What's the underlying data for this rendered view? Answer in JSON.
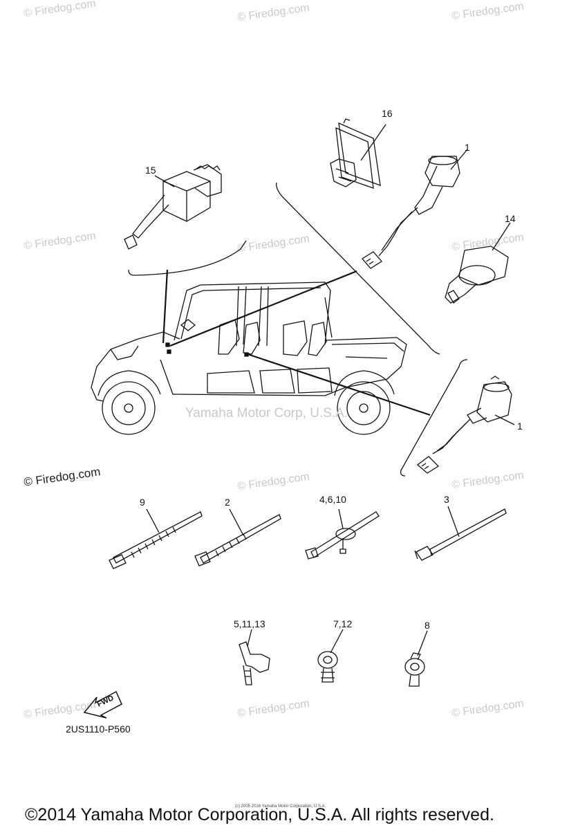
{
  "watermarks": [
    "© Firedog.com",
    "© Firedog.com",
    "© Firedog.com",
    "© Firedog.com",
    "© Firedog.com",
    "© Firedog.com",
    "© Firedog.com",
    "© Firedog.com",
    "© Firedog.com",
    "© Firedog.com",
    "© Firedog.com",
    "© Firedog.com"
  ],
  "mid_watermark": "Yamaha Motor Corp, U.S.A.",
  "callouts": {
    "c16": "16",
    "c1_top": "1",
    "c15": "15",
    "c14": "14",
    "c1_bottom": "1",
    "c9": "9",
    "c2": "2",
    "c4_6_10": "4,6,10",
    "c3": "3",
    "c5_11_13": "5,11,13",
    "c7_12": "7,12",
    "c8": "8"
  },
  "fwd_label": "FWD",
  "part_code": "2US1110-P560",
  "tiny_copyright": "(c) 2005 2016 Yamaha Motor Corporation, U.S.A.",
  "copyright": "©2014 Yamaha Motor Corporation, U.S.A. All rights reserved.",
  "colors": {
    "line": "#111111",
    "watermark": "#c9c9c9",
    "background": "#ffffff"
  }
}
